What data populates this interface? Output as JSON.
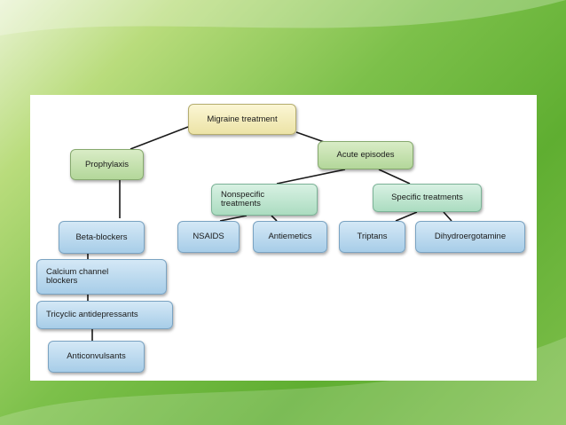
{
  "diagram": {
    "root": "Migraine treatment",
    "prophylaxis": "Prophylaxis",
    "acute": "Acute episodes",
    "nonspecific": "Nonspecific\ntreatments",
    "specific": "Specific treatments",
    "prophylaxis_items": [
      "Beta-blockers",
      "Calcium channel\nblockers",
      "Tricyclic antidepressants",
      "Anticonvulsants"
    ],
    "nonspecific_items": [
      "NSAIDS",
      "Antiemetics"
    ],
    "specific_items": [
      "Triptans",
      "Dihydroergotamine"
    ]
  },
  "colors": {
    "root": "#ece3a6",
    "category": "#b3d79a",
    "subcategory": "#abdcc0",
    "leaf": "#a7cde8",
    "background": "#5fae31"
  }
}
